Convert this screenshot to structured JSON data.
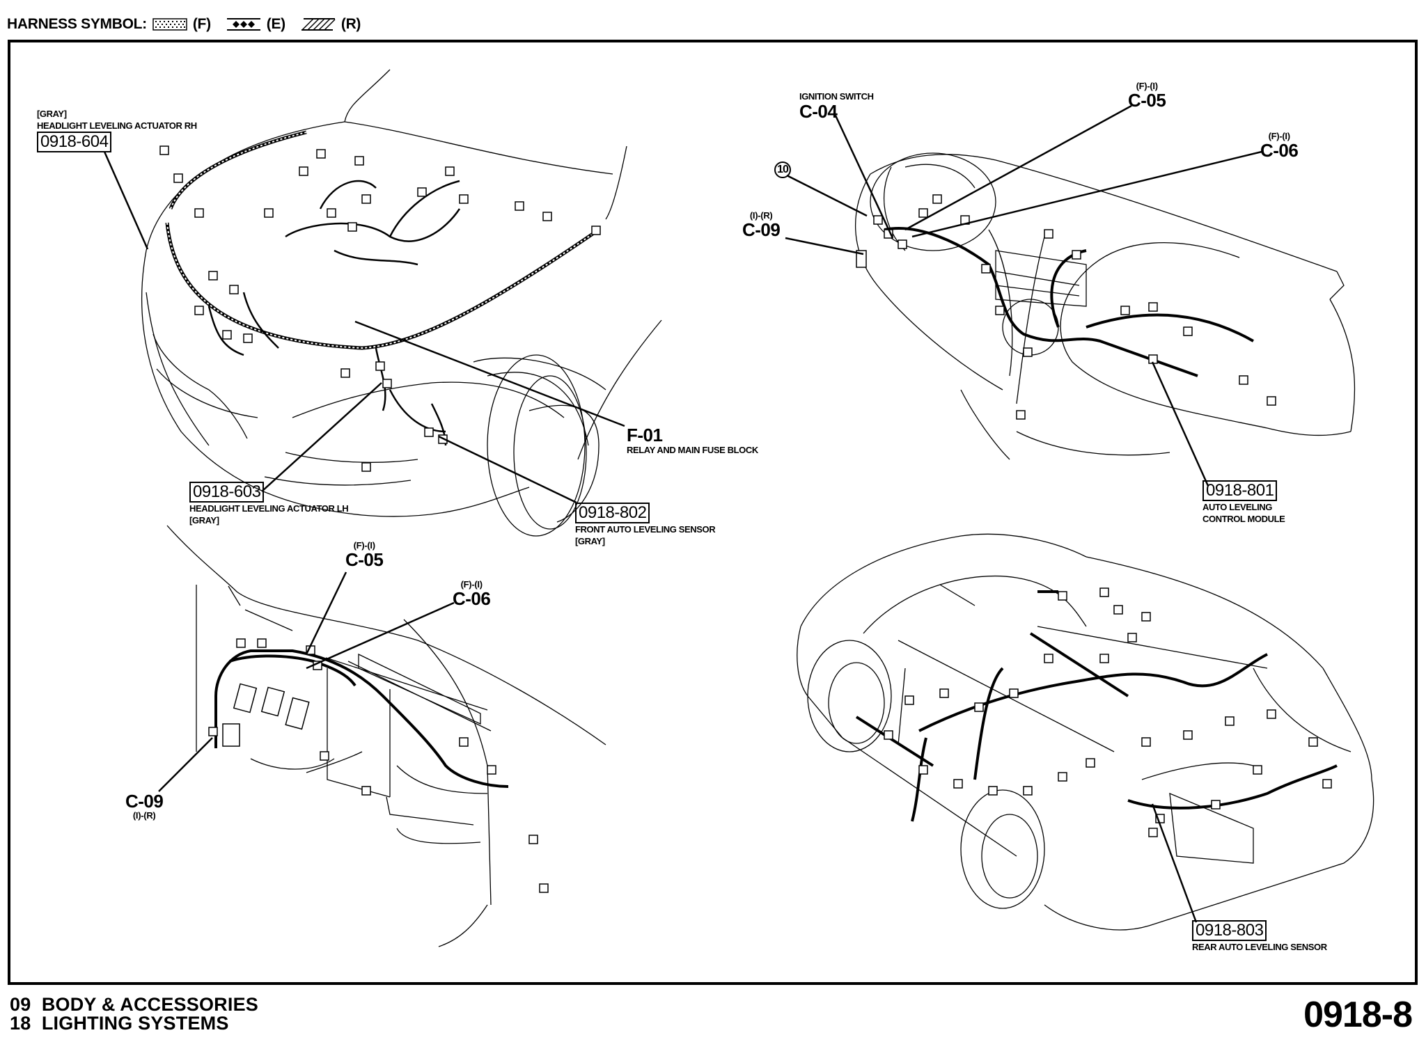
{
  "legend": {
    "title": "HARNESS SYMBOL:",
    "items": [
      {
        "icon": "dotted-harness-symbol",
        "label": "(F)"
      },
      {
        "icon": "diamond-harness-symbol",
        "label": "(E)"
      },
      {
        "icon": "hatched-harness-symbol",
        "label": "(R)"
      }
    ]
  },
  "views": {
    "front_engine_bay": {
      "callouts": [
        {
          "code": "0918-604",
          "boxed": true,
          "lines": [
            "[GRAY]",
            "HEADLIGHT LEVELING ACTUATOR RH"
          ]
        },
        {
          "code": "0918-603",
          "boxed": true,
          "lines": [
            "HEADLIGHT LEVELING ACTUATOR LH",
            "[GRAY]"
          ]
        },
        {
          "code": "F-01",
          "boxed": false,
          "lines": [
            "RELAY AND MAIN FUSE BLOCK"
          ]
        },
        {
          "code": "0918-802",
          "boxed": true,
          "lines": [
            "FRONT AUTO LEVELING SENSOR",
            "[GRAY]"
          ]
        }
      ]
    },
    "dashboard": {
      "callouts": [
        {
          "code": "C-04",
          "prefix": "IGNITION SWITCH"
        },
        {
          "code": "C-05",
          "prefix": "(F)-(I)"
        },
        {
          "code": "C-06",
          "prefix": "(F)-(I)"
        },
        {
          "code": "C-09",
          "prefix": "(I)-(R)"
        },
        {
          "code": "0918-801",
          "boxed": true,
          "lines": [
            "AUTO LEVELING",
            "CONTROL MODULE"
          ]
        }
      ],
      "circled_marker": "10"
    },
    "driver_footwell": {
      "callouts": [
        {
          "code": "C-05",
          "prefix": "(F)-(I)"
        },
        {
          "code": "C-06",
          "prefix": "(F)-(I)"
        },
        {
          "code": "C-09",
          "suffix": "(I)-(R)"
        }
      ]
    },
    "rear_body": {
      "callouts": [
        {
          "code": "0918-803",
          "boxed": true,
          "lines": [
            "REAR AUTO LEVELING SENSOR"
          ]
        }
      ]
    }
  },
  "footer": {
    "section_line1": "09  BODY & ACCESSORIES",
    "section_line2": "18  LIGHTING SYSTEMS",
    "page_number": "0918-8"
  }
}
